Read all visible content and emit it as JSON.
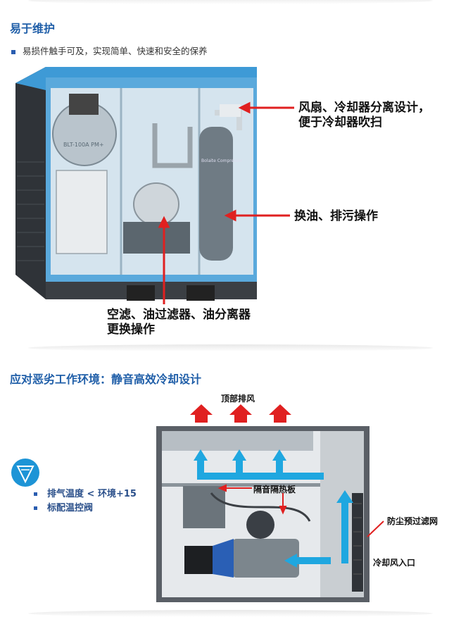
{
  "section1": {
    "title": "易于维护",
    "bullet": "易损件触手可及，实现简单、快速和安全的保养",
    "callouts": {
      "fan_line1": "风扇、冷却器分离设计，",
      "fan_line2": "便于冷却器吹扫",
      "oil": "换油、排污操作",
      "filter_line1": "空滤、油过滤器、油分离器",
      "filter_line2": "更换操作"
    },
    "machine_badge": "BLT-100A PM+",
    "tank_brand": "Bolaite Compressor"
  },
  "section2": {
    "title": "应对恶劣工作环境：静音高效冷却设计",
    "bullets": [
      "排气温度 < 环境+15",
      "标配温控阀"
    ],
    "labels": {
      "top_exhaust": "顶部排风",
      "insulation": "隔音隔热板",
      "dust_filter": "防尘预过滤网",
      "air_inlet": "冷却风入口"
    }
  },
  "colors": {
    "accent": "#1f5ea8",
    "arrow_red": "#e02020",
    "flow_blue": "#1fa7e0",
    "cabinet": "#3e9ad6"
  },
  "icons": {
    "badge": "leaf-icon"
  }
}
